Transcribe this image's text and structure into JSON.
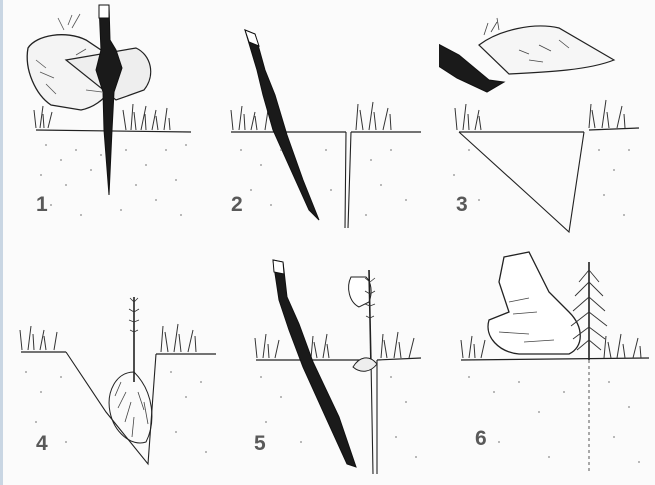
{
  "steps": [
    {
      "number": "1",
      "blade_color": "#1a1a1a"
    },
    {
      "number": "2",
      "blade_color": "#1a1a1a"
    },
    {
      "number": "3",
      "blade_color": "#1a1a1a"
    },
    {
      "number": "4",
      "blade_color": "#1a1a1a"
    },
    {
      "number": "5",
      "blade_color": "#1a1a1a"
    },
    {
      "number": "6",
      "blade_color": "#1a1a1a"
    }
  ],
  "colors": {
    "ink": "#222222",
    "number_gray": "#595959",
    "soil_dots": "#8a8a8a",
    "frame_edge": "#c9d6e3"
  }
}
